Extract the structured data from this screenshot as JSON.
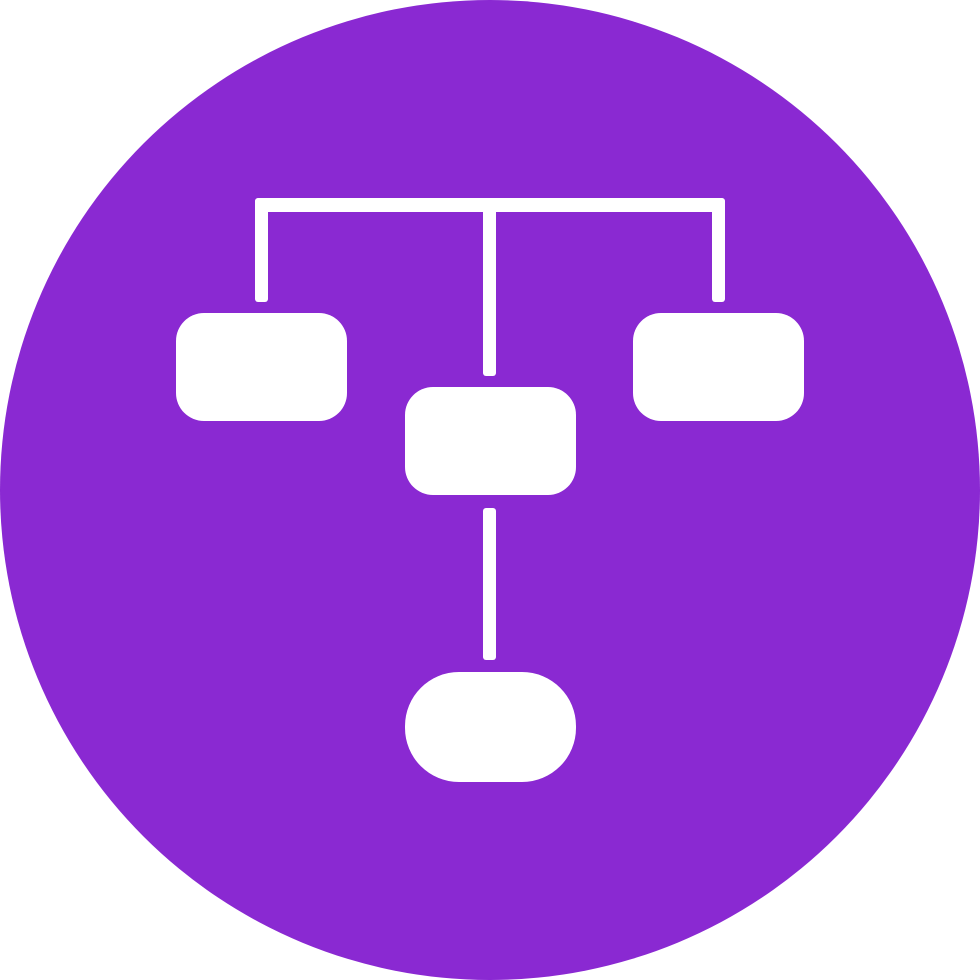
{
  "icon": {
    "name": "hierarchy-structure-icon",
    "background_color": "#8A29D2",
    "foreground_color": "#FFFFFF",
    "nodes": [
      "top-left-node",
      "center-node",
      "top-right-node",
      "bottom-node"
    ]
  }
}
